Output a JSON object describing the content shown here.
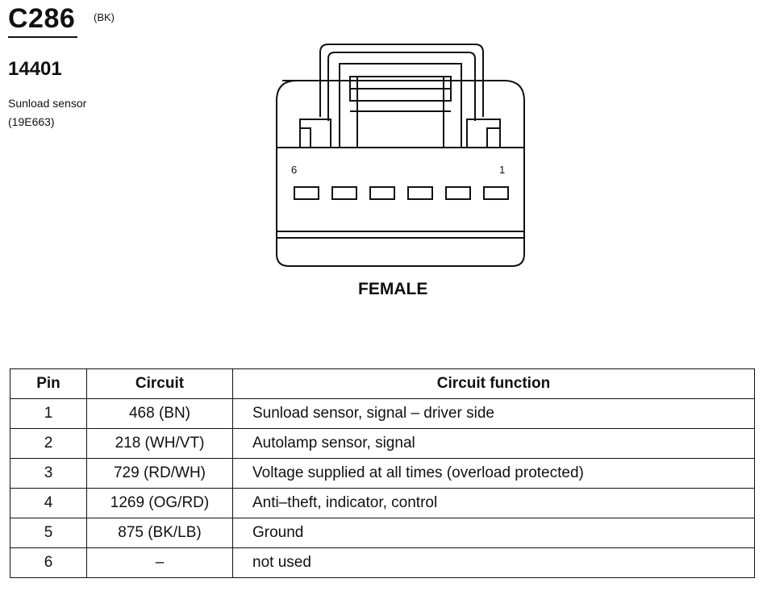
{
  "connector": {
    "id": "C286",
    "color_code": "(BK)",
    "part_number": "14401",
    "description_line1": "Sunload sensor",
    "description_line2": "(19E663)",
    "pin_label_left": "6",
    "pin_label_right": "1",
    "gender": "FEMALE"
  },
  "table": {
    "headers": [
      "Pin",
      "Circuit",
      "Circuit function"
    ],
    "rows": [
      {
        "pin": "1",
        "circuit": "468 (BN)",
        "function": "Sunload sensor, signal – driver side"
      },
      {
        "pin": "2",
        "circuit": "218 (WH/VT)",
        "function": "Autolamp sensor, signal"
      },
      {
        "pin": "3",
        "circuit": "729 (RD/WH)",
        "function": "Voltage supplied at all times (overload protected)"
      },
      {
        "pin": "4",
        "circuit": "1269 (OG/RD)",
        "function": "Anti–theft, indicator, control"
      },
      {
        "pin": "5",
        "circuit": "875 (BK/LB)",
        "function": "Ground"
      },
      {
        "pin": "6",
        "circuit": "–",
        "function": "not used"
      }
    ]
  }
}
